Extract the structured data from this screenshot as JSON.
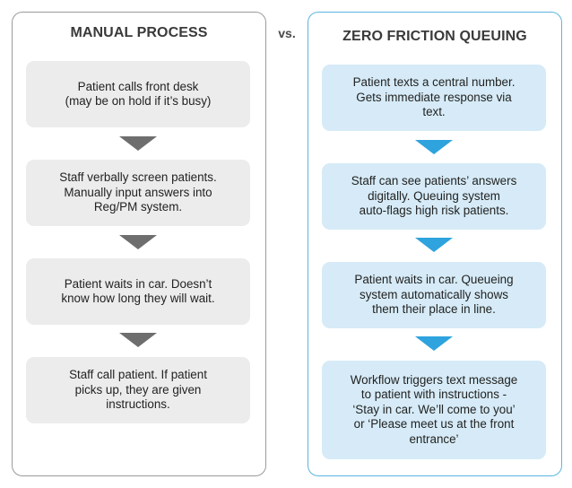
{
  "comparison_label": "vs.",
  "manual_process": {
    "title": "MANUAL PROCESS",
    "steps": [
      "Patient calls front desk\n(may be on hold if it’s busy)",
      "Staff verbally screen patients.\nManually input answers into\nReg/PM system.",
      "Patient waits in car. Doesn’t\nknow how long they will wait.",
      "Staff call patient. If patient\npicks up, they are given\ninstructions."
    ]
  },
  "zero_friction_queuing": {
    "title": "ZERO FRICTION QUEUING",
    "steps": [
      "Patient texts a central number.\nGets immediate response via\ntext.",
      "Staff can see patients’ answers\ndigitally. Queuing system\nauto-flags high risk patients.",
      "Patient waits in car. Queueing\nsystem automatically shows\nthem their place in line.",
      "Workflow triggers text message\nto patient with instructions -\n‘Stay in car. We’ll come to you’\nor ‘Please meet us at the front\nentrance’"
    ]
  },
  "colors": {
    "left_border": "#9a9a9a",
    "left_step_bg": "#ececec",
    "left_arrow": "#6e6e6e",
    "right_border": "#5cb5e0",
    "right_step_bg": "#d6ebf7",
    "right_arrow": "#2ea3de"
  }
}
